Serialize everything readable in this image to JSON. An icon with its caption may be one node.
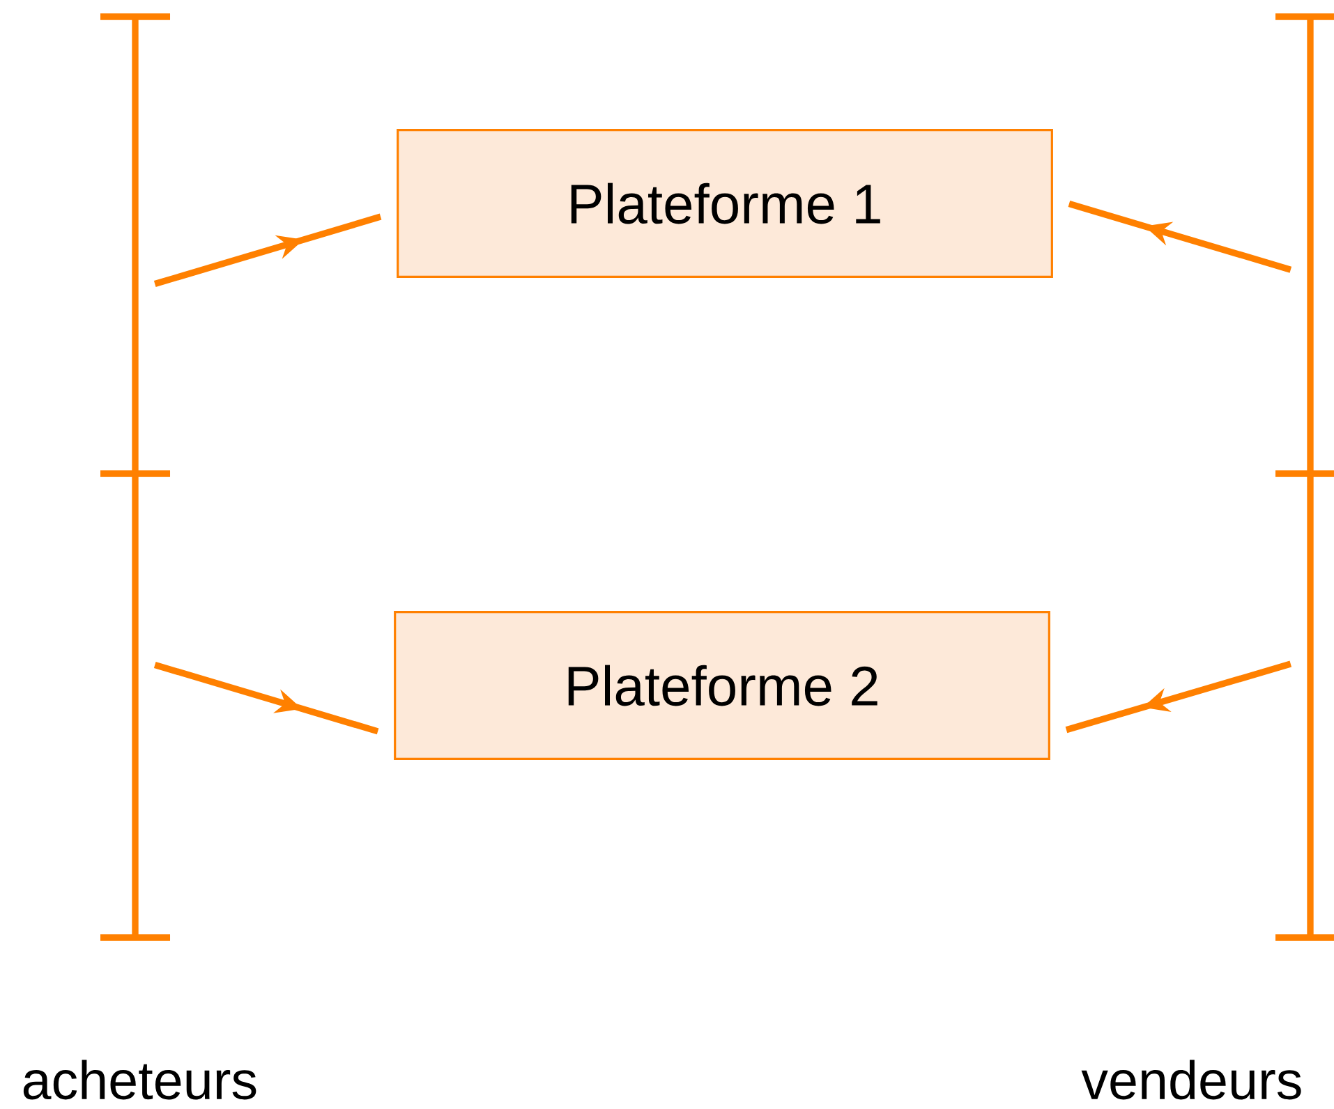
{
  "diagram": {
    "nodes": [
      {
        "text": [
          "Plateforme 1"
        ]
      },
      {
        "text": [
          "Plateforme 2"
        ]
      },
      {
        "text": [],
        "shape": "bar"
      },
      {
        "text": [],
        "shape": "bar"
      },
      {
        "text": [],
        "shape": "bar"
      },
      {
        "text": [],
        "shape": "bar"
      }
    ],
    "edges": [
      {
        "from": 2,
        "to": 0,
        "arrow": "to"
      },
      {
        "from": 3,
        "to": 1,
        "arrow": "to"
      },
      {
        "from": 4,
        "to": 0,
        "arrow": "to"
      },
      {
        "from": 5,
        "to": 1,
        "arrow": "to"
      }
    ],
    "labels": [
      "acheteurs",
      "vendeurs"
    ]
  }
}
